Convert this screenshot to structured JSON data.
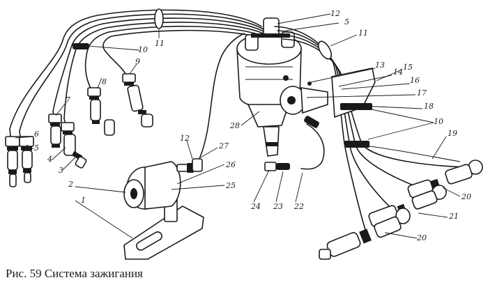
{
  "caption": "Рис. 59 Система зажигания",
  "labels": {
    "n1": "1",
    "n2": "2",
    "n3": "3",
    "n4": "4",
    "n5a": "5",
    "n5b": "5",
    "n6": "6",
    "n7": "7",
    "n8": "8",
    "n9": "9",
    "n10a": "10",
    "n10b": "10",
    "n11a": "11",
    "n11b": "11",
    "n12a": "12",
    "n12b": "12",
    "n13": "13",
    "n14": "14",
    "n15": "15",
    "n16": "16",
    "n17": "17",
    "n18": "18",
    "n19": "19",
    "n20a": "20",
    "n20b": "20",
    "n21": "21",
    "n22": "22",
    "n23": "23",
    "n24": "24",
    "n25": "25",
    "n26": "26",
    "n27": "27",
    "n28": "28"
  }
}
